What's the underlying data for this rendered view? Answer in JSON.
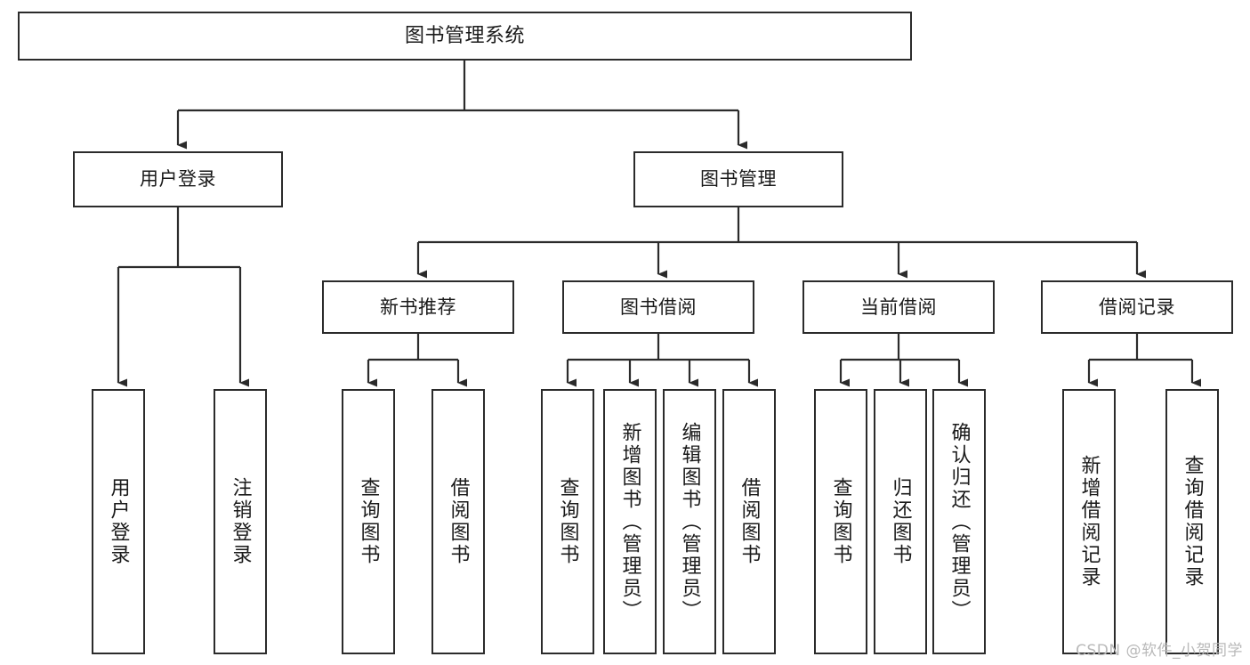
{
  "diagram": {
    "title": "图书管理系统",
    "type": "tree-hierarchy-diagram",
    "orientation": "top-down",
    "colors": {
      "box_border": "#2b2b2b",
      "box_fill": "#ffffff",
      "connector": "#2b2b2b",
      "text": "#1a1a1a",
      "watermark": "#b9b9b9"
    },
    "root": {
      "label": "图书管理系统"
    },
    "level1": [
      {
        "id": "user-login",
        "label": "用户登录"
      },
      {
        "id": "book-management",
        "label": "图书管理"
      }
    ],
    "level2": [
      {
        "id": "new-book-recommend",
        "label": "新书推荐",
        "parent": "book-management"
      },
      {
        "id": "book-borrow",
        "label": "图书借阅",
        "parent": "book-management"
      },
      {
        "id": "current-borrow",
        "label": "当前借阅",
        "parent": "book-management"
      },
      {
        "id": "borrow-record",
        "label": "借阅记录",
        "parent": "book-management"
      }
    ],
    "leaves": [
      {
        "id": "leaf-user-login",
        "label": "用户登录",
        "parent": "user-login"
      },
      {
        "id": "leaf-logout-login",
        "label": "注销登录",
        "parent": "user-login"
      },
      {
        "id": "leaf-query-book-1",
        "label": "查询图书",
        "parent": "new-book-recommend"
      },
      {
        "id": "leaf-borrow-book-1",
        "label": "借阅图书",
        "parent": "new-book-recommend"
      },
      {
        "id": "leaf-query-book-2",
        "label": "查询图书",
        "parent": "book-borrow"
      },
      {
        "id": "leaf-add-book",
        "label": "新增图书（管理员）",
        "parent": "book-borrow"
      },
      {
        "id": "leaf-edit-book",
        "label": "编辑图书（管理员）",
        "parent": "book-borrow"
      },
      {
        "id": "leaf-borrow-book-2",
        "label": "借阅图书",
        "parent": "book-borrow"
      },
      {
        "id": "leaf-query-book-3",
        "label": "查询图书",
        "parent": "current-borrow"
      },
      {
        "id": "leaf-return-book",
        "label": "归还图书",
        "parent": "current-borrow"
      },
      {
        "id": "leaf-confirm-return",
        "label": "确认归还（管理员）",
        "parent": "current-borrow"
      },
      {
        "id": "leaf-add-record",
        "label": "新增借阅记录",
        "parent": "borrow-record"
      },
      {
        "id": "leaf-query-record",
        "label": "查询借阅记录",
        "parent": "borrow-record"
      }
    ],
    "watermark": "CSDN @软件_小贺同学"
  }
}
